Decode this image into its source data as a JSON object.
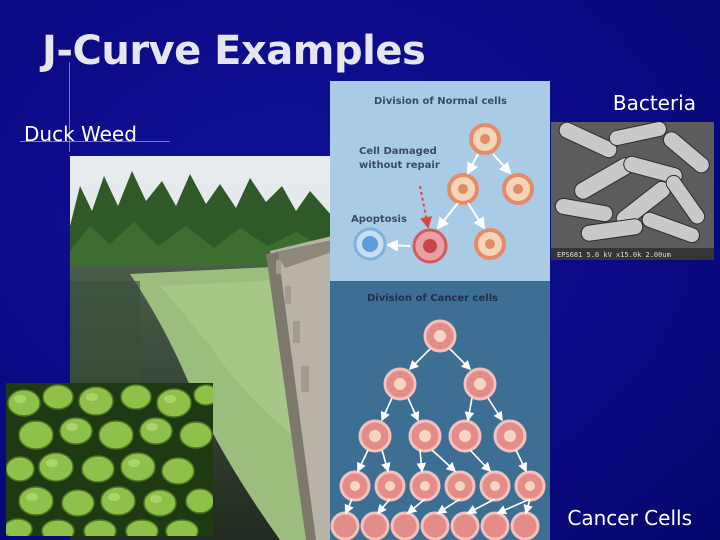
{
  "slide": {
    "title": "J-Curve Examples",
    "labels": {
      "duck_weed": "Duck Weed",
      "bacteria": "Bacteria",
      "cancer_cells": "Cancer Cells"
    }
  },
  "diagram": {
    "normal_heading": "Division of Normal cells",
    "damaged_label_line1": "Cell Damaged",
    "damaged_label_line2": "without repair",
    "apoptosis_label": "Apoptosis",
    "cancer_heading": "Division of Cancer cells"
  },
  "bacteria_photo": {
    "caption": "EPS681 5.0 kV x15.0k 2.00um"
  },
  "colors": {
    "background": "#0a0a82",
    "title": "#e6e6f0",
    "label": "#ffffff",
    "diagram_top": "#a9cbe6",
    "diagram_bottom": "#3d6f95",
    "cancer_cell": "#e38c88"
  }
}
